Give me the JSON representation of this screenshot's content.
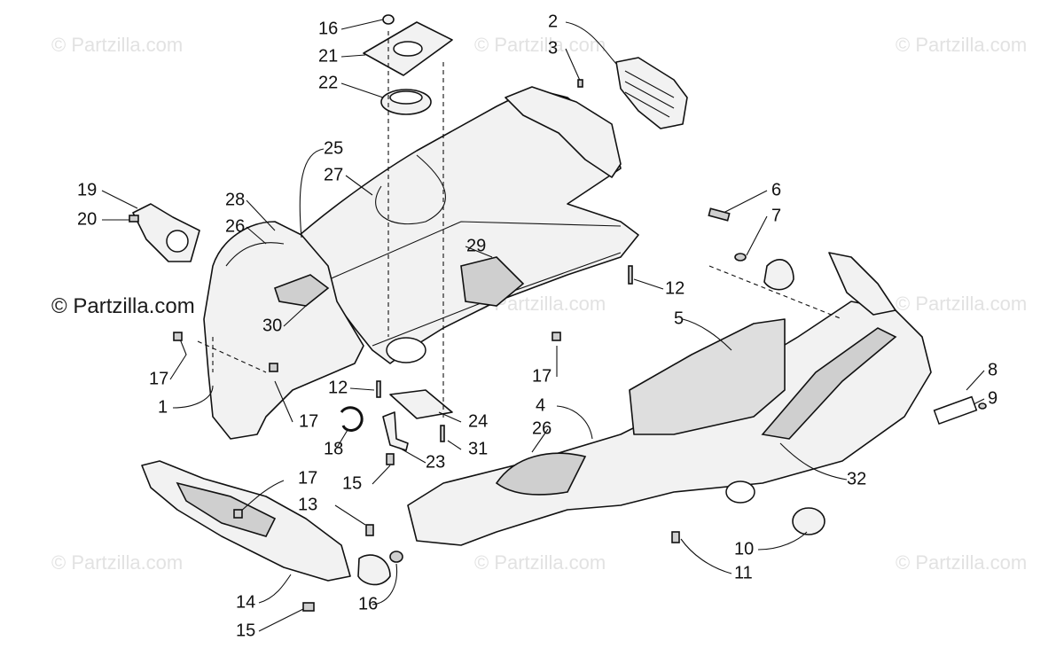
{
  "watermark": "© Partzilla.com",
  "callouts": [
    "16",
    "21",
    "22",
    "2",
    "3",
    "25",
    "27",
    "19",
    "20",
    "28",
    "26",
    "6",
    "7",
    "29",
    "12",
    "5",
    "30",
    "17",
    "8",
    "9",
    "1",
    "17",
    "12",
    "17",
    "4",
    "24",
    "26",
    "18",
    "31",
    "23",
    "32",
    "15",
    "17",
    "13",
    "10",
    "11",
    "14",
    "16",
    "15"
  ]
}
